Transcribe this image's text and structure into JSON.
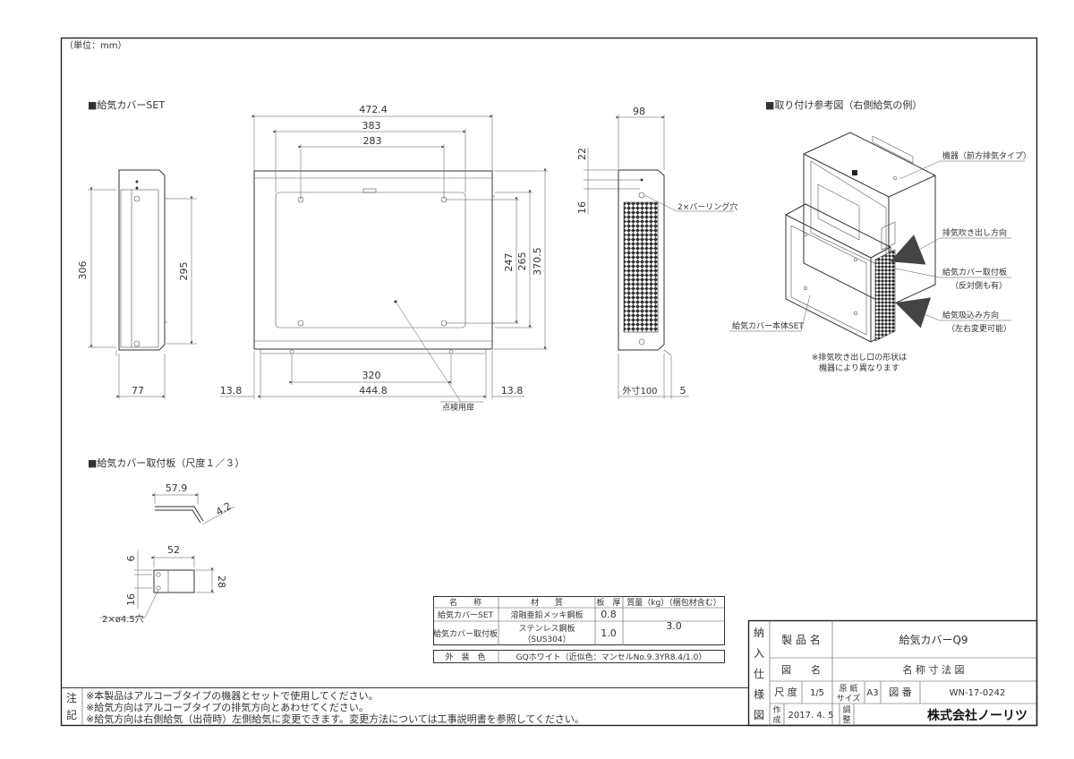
{
  "unit_label": "（単位：mm）",
  "views": {
    "set_title": "■給気カバーSET",
    "plate_title": "■給気カバー取付板（尺度１／３）",
    "install_title": "■取り付け参考図（右側給気の例）"
  },
  "side_view": {
    "h_outer": "306",
    "h_inner": "295",
    "w_bottom": "77"
  },
  "front_view": {
    "w_top": "472.4",
    "w_mid": "383",
    "w_hole": "283",
    "h_a": "247",
    "h_b": "265",
    "h_c": "370.5",
    "w_bottom_hole": "320",
    "w_bottom": "444.8",
    "margin_left": "13.8",
    "margin_right": "13.8",
    "door_label": "点検用扉"
  },
  "right_view": {
    "w_top": "98",
    "h_22": "22",
    "h_16": "16",
    "hole_label": "2×バーリング穴",
    "bottom_outer": "外寸100",
    "bottom_5": "5"
  },
  "plate_view": {
    "w_579": "57.9",
    "t_42": "4.2",
    "w_52": "52",
    "h_6": "6",
    "h_16": "16",
    "h_28": "28",
    "hole_label": "2×ø4.5穴"
  },
  "install_view": {
    "callout_unit": "機器（前方排気タイプ）",
    "callout_exhaust": "排気吹き出し方向",
    "callout_plate": "給気カバー取付板",
    "callout_plate_sub": "（反対側も有）",
    "callout_intake": "給気吸込み方向",
    "callout_intake_sub": "（左右変更可能）",
    "callout_body": "給気カバー本体SET",
    "note_1": "※排気吹き出し口の形状は",
    "note_2": "機器により異なります"
  },
  "material_table": {
    "headers": [
      "名　　称",
      "材　　質",
      "板　厚",
      "質量（kg）（梱包材含む）"
    ],
    "rows": [
      {
        "name": "給気カバーSET",
        "material": "溶融亜鉛メッキ鋼板",
        "thickness": "0.8"
      },
      {
        "name": "給気カバー取付板",
        "material": "ステンレス鋼板",
        "material_sub": "（SUS304）",
        "thickness": "1.0"
      }
    ],
    "mass": "3.0",
    "color_label": "外　装　色",
    "color_value": "GQホワイト（近似色：マンセルNo.9.3YR8.4/1.0）"
  },
  "title_block": {
    "side_label": [
      "納",
      "入",
      "仕",
      "様",
      "図"
    ],
    "product_label": "製 品 名",
    "product_value": "給気カバーQ9",
    "drawing_label": "図　　名",
    "drawing_value": "名 称 寸 法 図",
    "scale_label": "尺 度",
    "scale_value": "1/5",
    "paper_label_1": "原 紙",
    "paper_label_2": "サイズ",
    "paper_value": "A3",
    "number_label": "図 番",
    "number_value": "WN-17-0242",
    "made_label_1": "作",
    "made_label_2": "成",
    "made_value": "2017. 4. 5",
    "check_label_1": "調",
    "check_label_2": "整",
    "company": "株式会社ノーリツ"
  },
  "notes": {
    "label_1": "注",
    "label_2": "記",
    "lines": [
      "※本製品はアルコーブタイプの機器とセットで使用してください。",
      "※給気方向はアルコーブタイプの排気方向とあわせてください。",
      "※給気方向は右側給気（出荷時）左側給気に変更できます。変更方法については工事説明書を参照してください。"
    ]
  }
}
